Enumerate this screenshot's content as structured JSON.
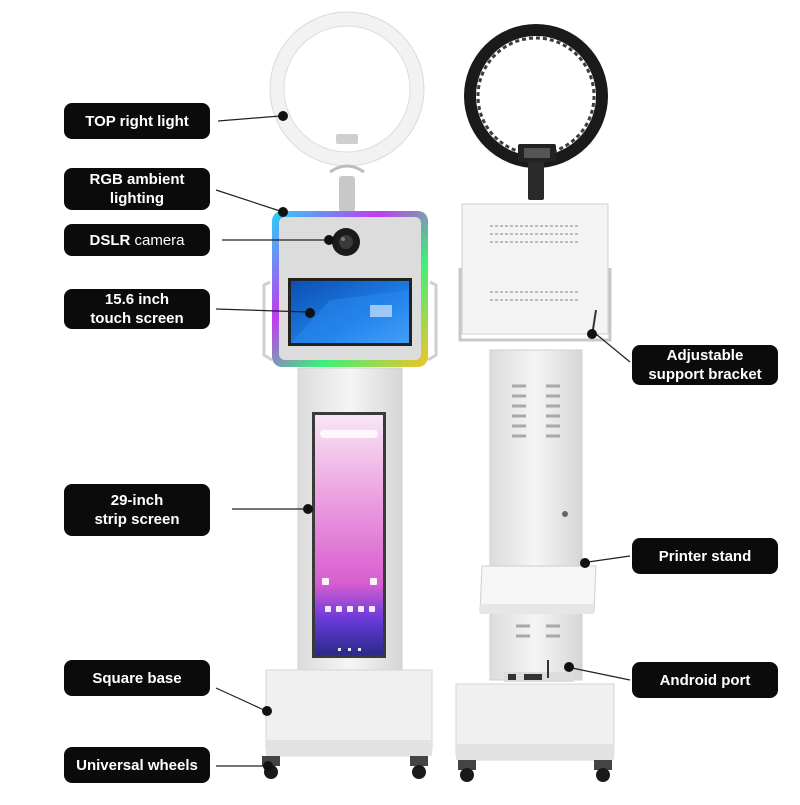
{
  "labels": {
    "top_light": "TOP right light",
    "rgb_line1": "RGB ambient",
    "rgb_line2": "lighting",
    "dslr_bold": "DSLR",
    "dslr_rest": " camera",
    "touch_line1": "15.6 inch",
    "touch_line2": "touch screen",
    "strip_line1": "29-inch",
    "strip_line2": "strip screen",
    "square_base": "Square base",
    "wheels": "Universal wheels",
    "bracket_line1": "Adjustable",
    "bracket_line2": "support bracket",
    "printer_stand": "Printer stand",
    "android_port": "Android port"
  },
  "colors": {
    "label_bg": "#0b0b0b",
    "label_text": "#ffffff",
    "kiosk_white": "#f2f2f2",
    "ring_dark": "#1a1a1a",
    "screen_blue": "#1f6fd6",
    "strip_pink": "#e86fd0",
    "strip_purple": "#6a3ad8",
    "rgb_cyan": "#27d3f5",
    "rgb_magenta": "#c03cf0"
  }
}
